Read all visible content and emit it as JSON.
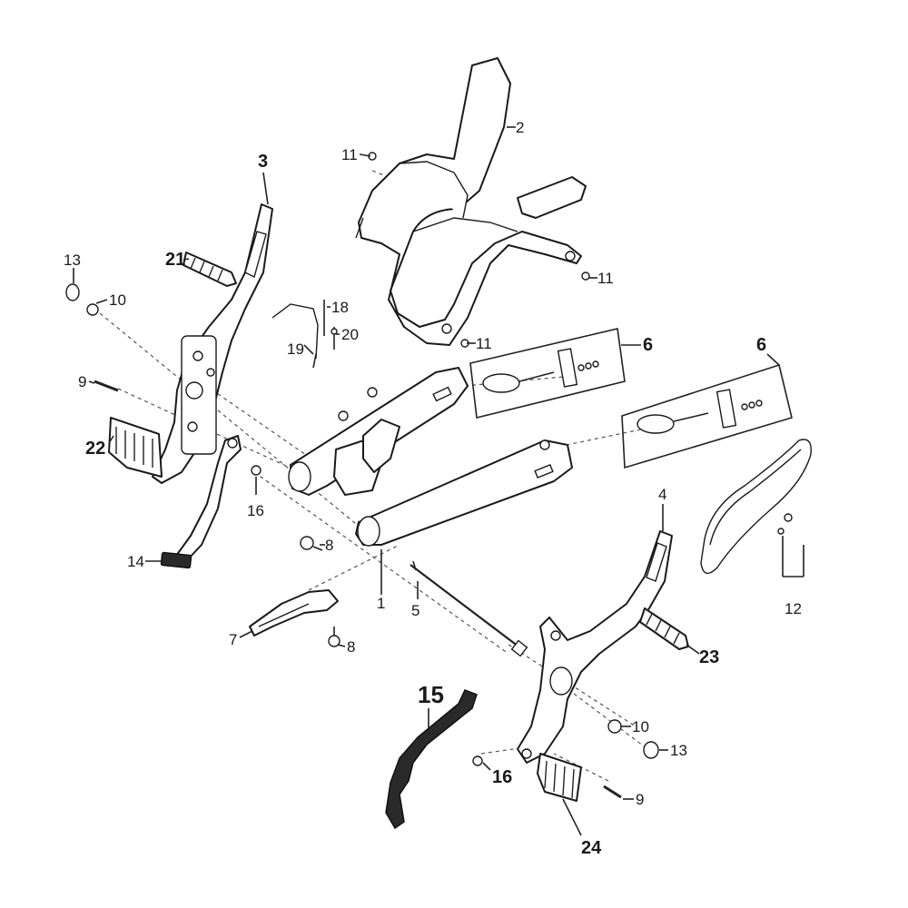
{
  "diagram": {
    "callouts": {
      "c1": "1",
      "c2": "2",
      "c3": "3",
      "c4": "4",
      "c5": "5",
      "c6a": "6",
      "c6b": "6",
      "c7": "7",
      "c8a": "8",
      "c8b": "8",
      "c9a": "9",
      "c9b": "9",
      "c10a": "10",
      "c10b": "10",
      "c11a": "11",
      "c11b": "11",
      "c11c": "11",
      "c12": "12",
      "c13a": "13",
      "c13b": "13",
      "c14": "14",
      "c15": "15",
      "c16a": "16",
      "c16b": "16",
      "c18": "18",
      "c19": "19",
      "c20": "20",
      "c21": "21",
      "c22": "22",
      "c23": "23",
      "c24": "24"
    }
  }
}
